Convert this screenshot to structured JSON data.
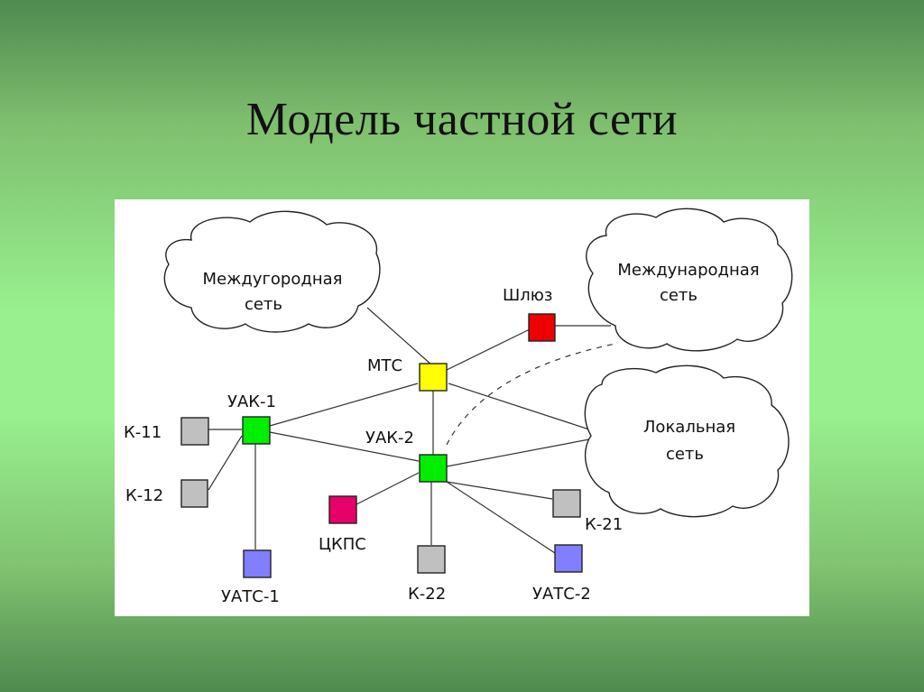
{
  "slide": {
    "title": "Модель частной сети"
  },
  "colors": {
    "background_mid": "#98f08e",
    "node_mts": "#ffff00",
    "node_uak": "#00ee00",
    "node_gateway": "#ee0000",
    "node_ckps": "#e8006a",
    "node_terminal": "#c0c0c0",
    "node_uats": "#7f7fff"
  },
  "clouds": {
    "long_distance": {
      "line1": "Междугородная",
      "line2": "сеть"
    },
    "international": {
      "line1": "Международная",
      "line2": "сеть"
    },
    "local": {
      "line1": "Локальная",
      "line2": "сеть"
    }
  },
  "nodes": {
    "mts": "МТС",
    "gateway": "Шлюз",
    "uak1": "УАК-1",
    "uak2": "УАК-2",
    "k11": "К-11",
    "k12": "К-12",
    "k21": "К-21",
    "k22": "К-22",
    "uats1": "УАТС-1",
    "uats2": "УАТС-2",
    "ckps": "ЦКПС"
  }
}
